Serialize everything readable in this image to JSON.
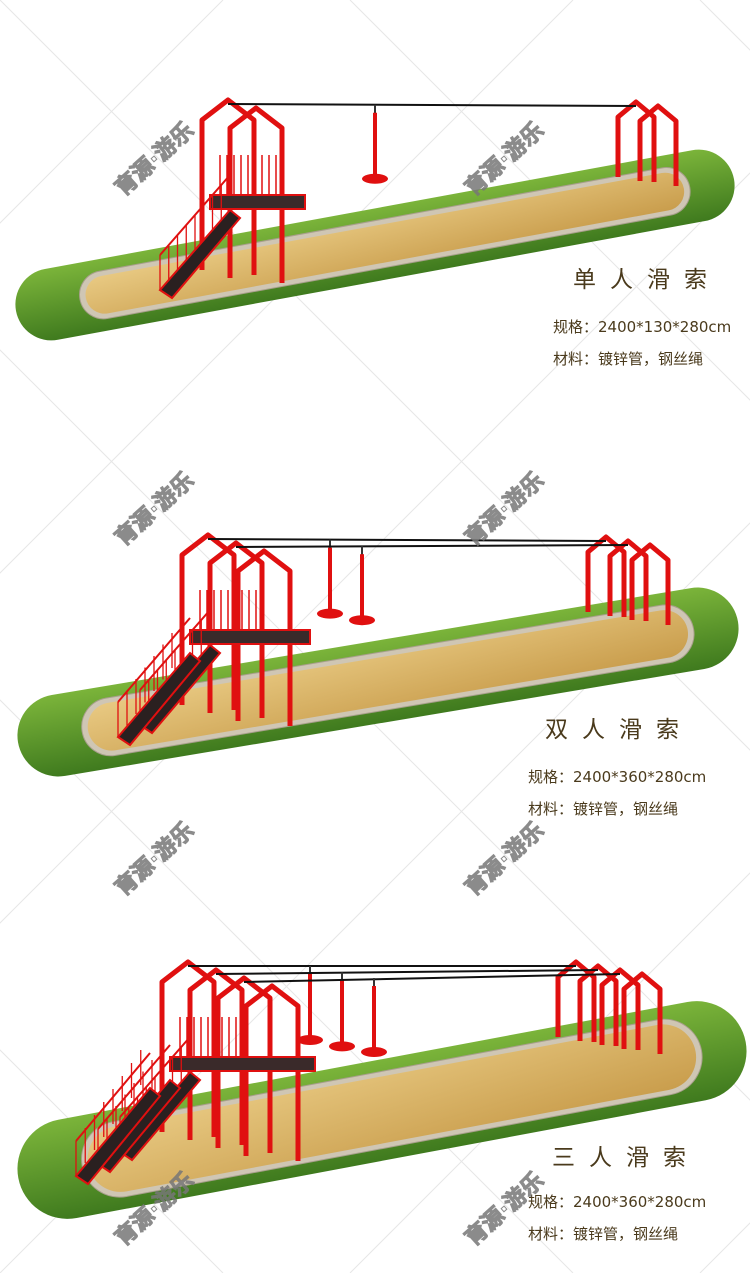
{
  "watermark": "育源·游乐",
  "products": [
    {
      "title": "单人滑索",
      "spec": "规格：2400*130*280cm",
      "material": "材料：镀锌管，钢丝绳",
      "riders": 1
    },
    {
      "title": "双人滑索",
      "spec": "规格：2400*360*280cm",
      "material": "材料：镀锌管，钢丝绳",
      "riders": 2
    },
    {
      "title": "三人滑索",
      "spec": "规格：2400*360*280cm",
      "material": "材料：镀锌管，钢丝绳",
      "riders": 3
    }
  ],
  "colors": {
    "frame": "#e01010",
    "grass": "#5e9a2a",
    "sand": "#d9b668",
    "border": "#cfc6b4",
    "text": "#4a3a1c"
  }
}
